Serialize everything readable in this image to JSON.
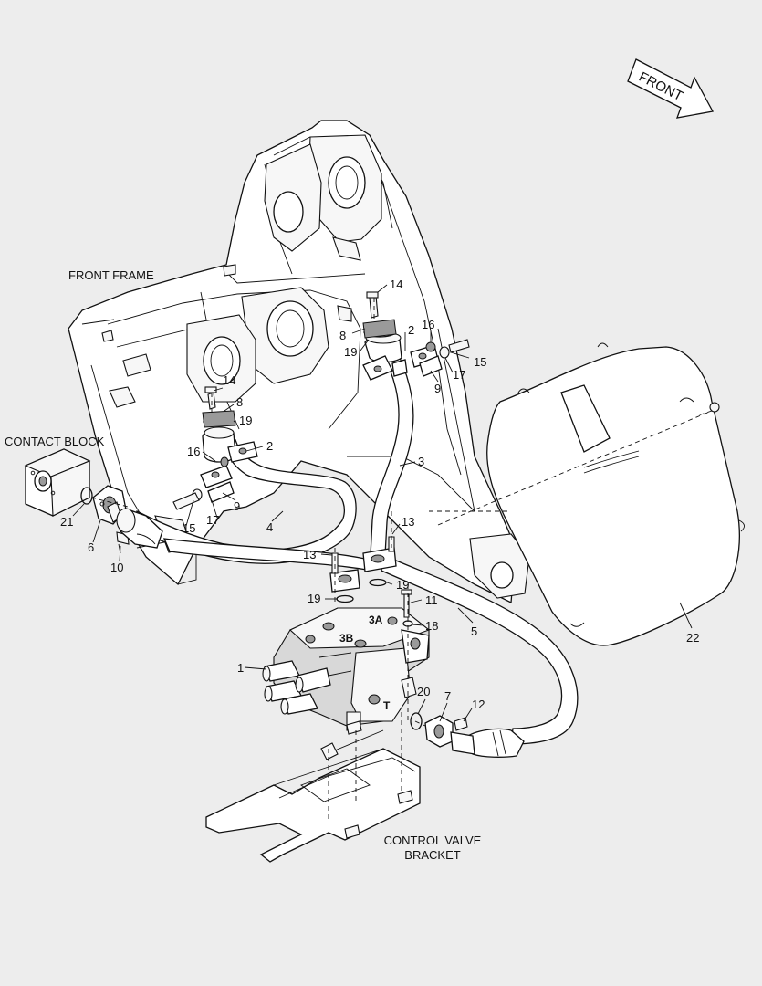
{
  "labels": {
    "front_arrow": "FRONT",
    "front_frame": "FRONT FRAME",
    "contact_block": "CONTACT BLOCK",
    "control_valve_bracket_line1": "CONTROL VALVE",
    "control_valve_bracket_line2": "BRACKET"
  },
  "callouts": {
    "c1": "1",
    "c2a": "2",
    "c2b": "2",
    "c3": "3",
    "c4": "4",
    "c5": "5",
    "c6": "6",
    "c7": "7",
    "c8a": "8",
    "c8b": "8",
    "c9a": "9",
    "c9b": "9",
    "c10": "10",
    "c11": "11",
    "c12": "12",
    "c13a": "13",
    "c13b": "13",
    "c14a": "14",
    "c14b": "14",
    "c15a": "15",
    "c15b": "15",
    "c16a": "16",
    "c16b": "16",
    "c17a": "17",
    "c17b": "17",
    "c18": "18",
    "c19a": "19",
    "c19b": "19",
    "c19c": "19",
    "c19d": "19",
    "c20": "20",
    "c21": "21",
    "c22": "22"
  },
  "ports": {
    "p3a": "3A",
    "p3b": "3B",
    "pt": "T"
  }
}
